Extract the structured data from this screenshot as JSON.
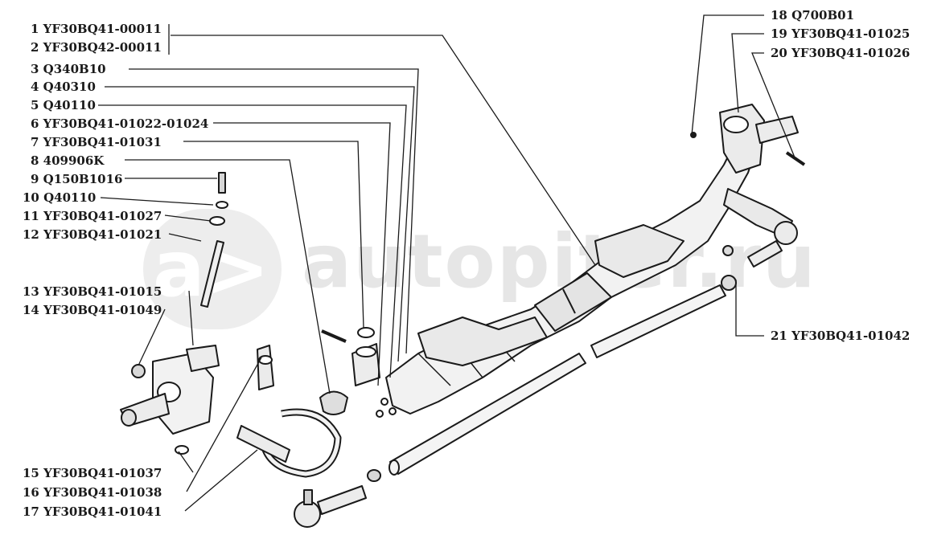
{
  "labels": {
    "left": [
      {
        "num": "1",
        "code": "YF30BQ41-00011"
      },
      {
        "num": "2",
        "code": "YF30BQ42-00011"
      },
      {
        "num": "3",
        "code": "Q340B10"
      },
      {
        "num": "4",
        "code": "Q40310"
      },
      {
        "num": "5",
        "code": "Q40110"
      },
      {
        "num": "6",
        "code": "YF30BQ41-01022-01024"
      },
      {
        "num": "7",
        "code": "YF30BQ41-01031"
      },
      {
        "num": "8",
        "code": "409906K"
      },
      {
        "num": "9",
        "code": "Q150B1016"
      },
      {
        "num": "10",
        "code": "Q40110"
      },
      {
        "num": "11",
        "code": "YF30BQ41-01027"
      },
      {
        "num": "12",
        "code": "YF30BQ41-01021"
      },
      {
        "num": "13",
        "code": "YF30BQ41-01015"
      },
      {
        "num": "14",
        "code": "YF30BQ41-01049"
      },
      {
        "num": "15",
        "code": "YF30BQ41-01037"
      },
      {
        "num": "16",
        "code": "YF30BQ41-01038"
      },
      {
        "num": "17",
        "code": "YF30BQ41-01041"
      }
    ],
    "right": [
      {
        "num": "18",
        "code": "Q700B01"
      },
      {
        "num": "19",
        "code": "YF30BQ41-01025"
      },
      {
        "num": "20",
        "code": "YF30BQ41-01026"
      },
      {
        "num": "21",
        "code": "YF30BQ41-01042"
      }
    ]
  },
  "watermark": {
    "text": "autopiter.ru",
    "badge": "a>"
  },
  "colors": {
    "ink": "#1a1a1a",
    "part_fill": "#f2f2f2",
    "shade": "#bdbdbd",
    "watermark": "#e6e6e6"
  }
}
